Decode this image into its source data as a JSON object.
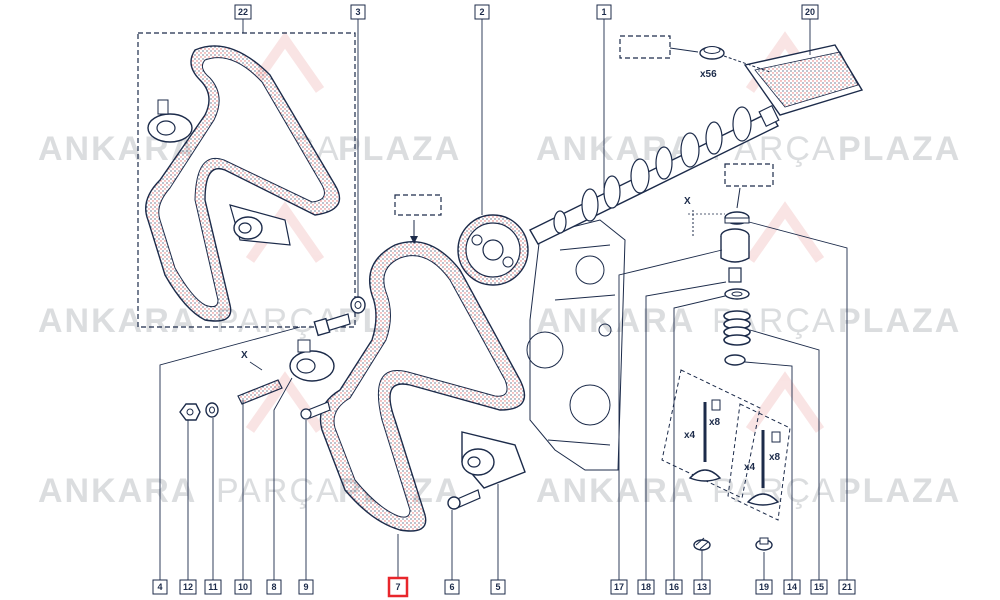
{
  "watermark": {
    "words": [
      "ANKARA",
      "PARÇA",
      "PLAZA"
    ],
    "color": "#9aa0a6",
    "logo_color": "#e06b6b"
  },
  "colors": {
    "line": "#1c2b4a",
    "highlight": "#e8262b",
    "belt_dots": "#e06b6b"
  },
  "callouts": {
    "c22": "22",
    "c3": "3",
    "c2": "2",
    "c1": "1",
    "c20": "20",
    "b4": "4",
    "b12": "12",
    "b11": "11",
    "b10": "10",
    "b8": "8",
    "b9": "9",
    "b7": "7",
    "b6": "6",
    "b5": "5",
    "b17": "17",
    "b18": "18",
    "b16": "16",
    "b13": "13",
    "b19": "19",
    "b14": "14",
    "b15": "15",
    "b21": "21"
  },
  "highlighted_callout": "7",
  "quantities": {
    "lifters": "x56",
    "valves_a": "x4",
    "valves_a_keepers": "x8",
    "valves_b": "x4",
    "valves_b_keepers": "x8"
  },
  "dimension_mark": "X"
}
